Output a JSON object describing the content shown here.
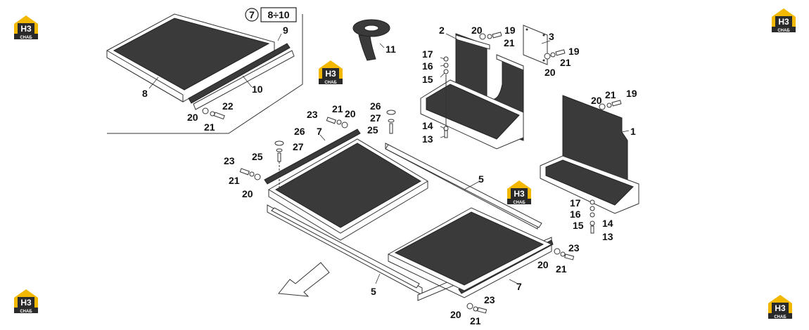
{
  "colors": {
    "logo_yellow": "#f2b800",
    "logo_dark": "#2a2a2a",
    "panel_fill": "#3a3a3a",
    "line": "#333333"
  },
  "logo": {
    "mark": "H3",
    "caption": "СНАБ"
  },
  "callout": {
    "ref": "7",
    "range": "8÷10"
  },
  "labels": {
    "l1": "1",
    "l2": "2",
    "l3": "3",
    "l5a": "5",
    "l5b": "5",
    "l7a": "7",
    "l7b": "7",
    "l8": "8",
    "l9": "9",
    "l10": "10",
    "l11": "11",
    "l13a": "13",
    "l13b": "13",
    "l14a": "14",
    "l14b": "14",
    "l15a": "15",
    "l15b": "15",
    "l16a": "16",
    "l16b": "16",
    "l17a": "17",
    "l17b": "17",
    "l19a": "19",
    "l19b": "19",
    "l19c": "19",
    "l20a": "20",
    "l20b": "20",
    "l20c": "20",
    "l20d": "20",
    "l20e": "20",
    "l20f": "20",
    "l20g": "20",
    "l20h": "20",
    "l21a": "21",
    "l21b": "21",
    "l21c": "21",
    "l21d": "21",
    "l21e": "21",
    "l21f": "21",
    "l21g": "21",
    "l21h": "21",
    "l22": "22",
    "l23a": "23",
    "l23b": "23",
    "l23c": "23",
    "l23d": "23",
    "l25a": "25",
    "l25b": "25",
    "l26a": "26",
    "l26b": "26",
    "l27a": "27",
    "l27b": "27"
  }
}
